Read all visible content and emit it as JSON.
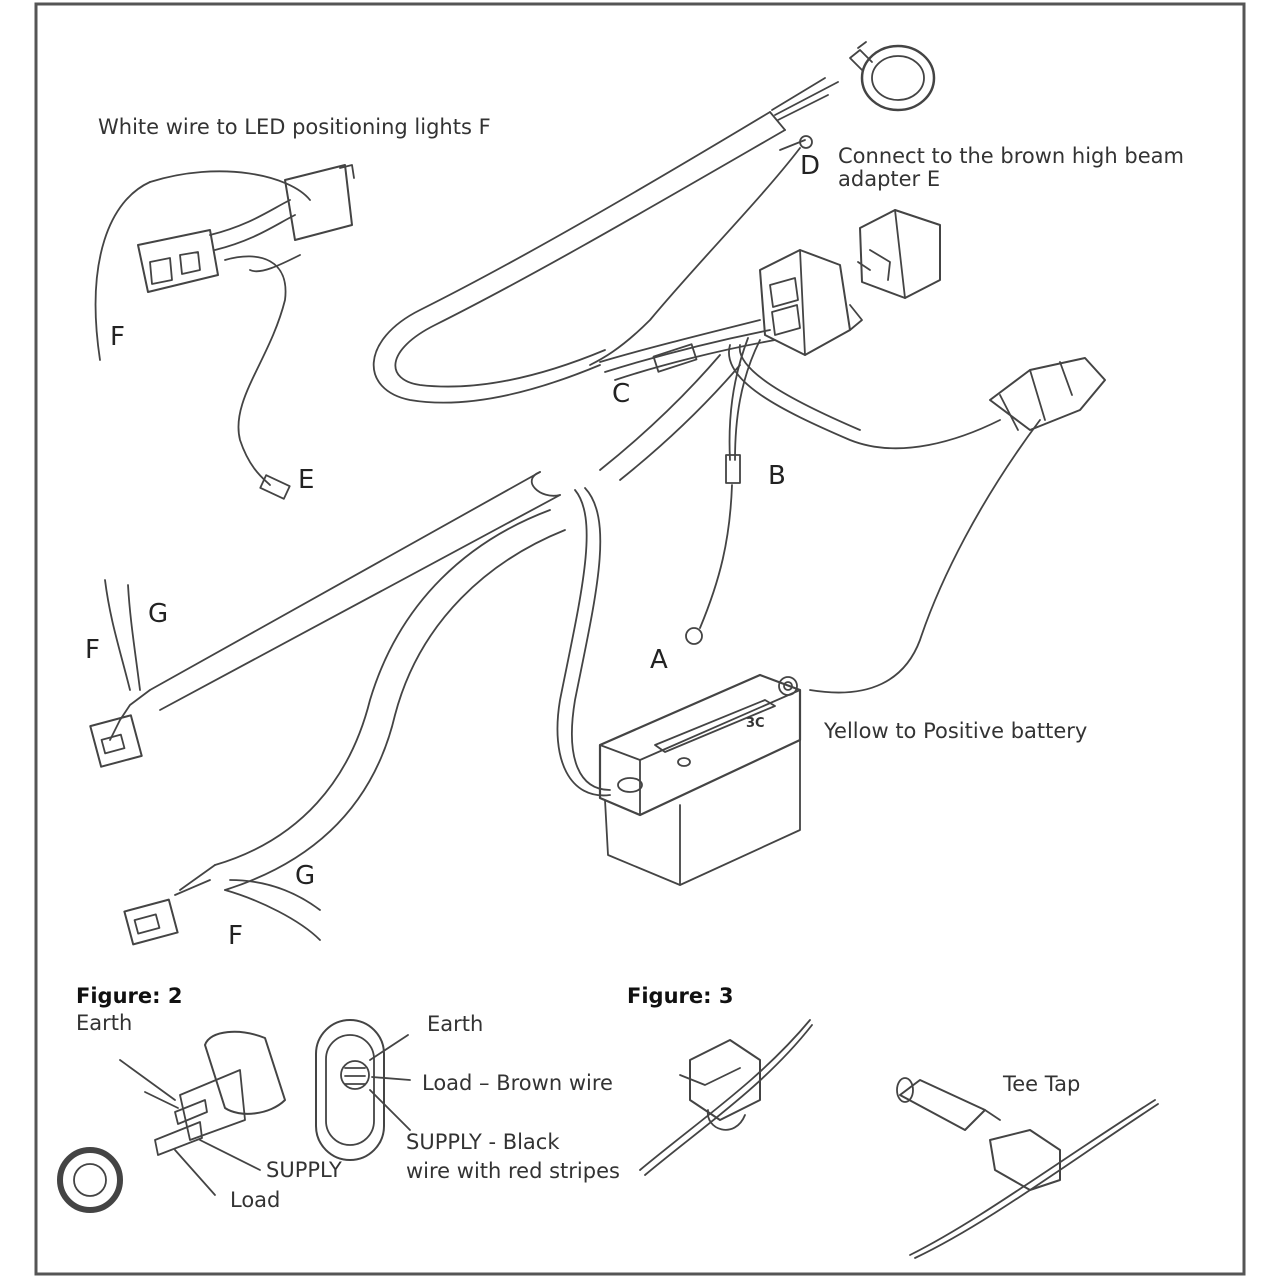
{
  "labels": {
    "white_wire": "White wire to LED positioning lights F",
    "connect_brown": "Connect to the brown high beam",
    "connect_brown_2": "adapter E",
    "yellow_positive": "Yellow to Positive battery",
    "fig2_earth_left": "Earth",
    "fig2_supply": "SUPPLY",
    "fig2_load": "Load",
    "fig2_earth_right": "Earth",
    "fig2_load_brown": "Load – Brown wire",
    "fig2_supply_black": "SUPPLY - Black",
    "fig2_supply_black_2": "wire with red stripes",
    "tee_tap": "Tee Tap"
  },
  "letters": {
    "f_top": "F",
    "e": "E",
    "c": "C",
    "d": "D",
    "b": "B",
    "a": "A",
    "g_left": "G",
    "f_left": "F",
    "g_bottom": "G",
    "f_bottom": "F"
  },
  "figures": {
    "fig2": "Figure: 2",
    "fig3": "Figure: 3"
  },
  "battery_mark": "3C"
}
